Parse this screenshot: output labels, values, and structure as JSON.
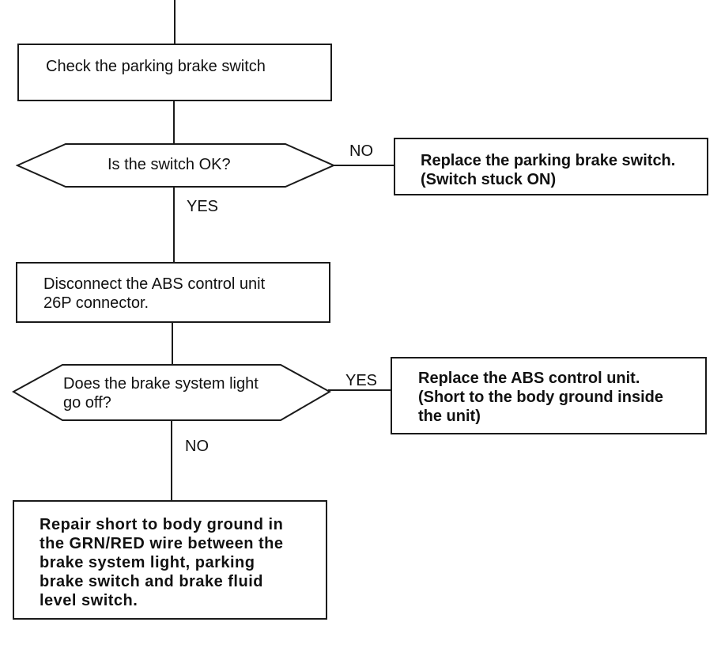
{
  "flowchart": {
    "step_check_switch": {
      "text": "Check the parking brake switch"
    },
    "decision_switch_ok": {
      "text": "Is the switch OK?"
    },
    "label_no_1": "NO",
    "result_replace_switch": {
      "line1": "Replace the parking brake switch.",
      "line2": "(Switch stuck ON)"
    },
    "label_yes_1": "YES",
    "step_disconnect": {
      "line1": "Disconnect the ABS control unit",
      "line2": "26P connector."
    },
    "decision_light_off": {
      "line1": "Does the brake system light",
      "line2": "go off?"
    },
    "label_yes_2": "YES",
    "result_replace_abs": {
      "line1": "Replace the ABS control unit.",
      "line2": "(Short to the body ground inside",
      "line3": "the unit)"
    },
    "label_no_2": "NO",
    "result_repair_short": {
      "line1": "Repair short to body ground in",
      "line2": "the GRN/RED wire between the",
      "line3": "brake system light, parking",
      "line4": "brake switch and brake fluid",
      "line5": "level switch."
    }
  }
}
